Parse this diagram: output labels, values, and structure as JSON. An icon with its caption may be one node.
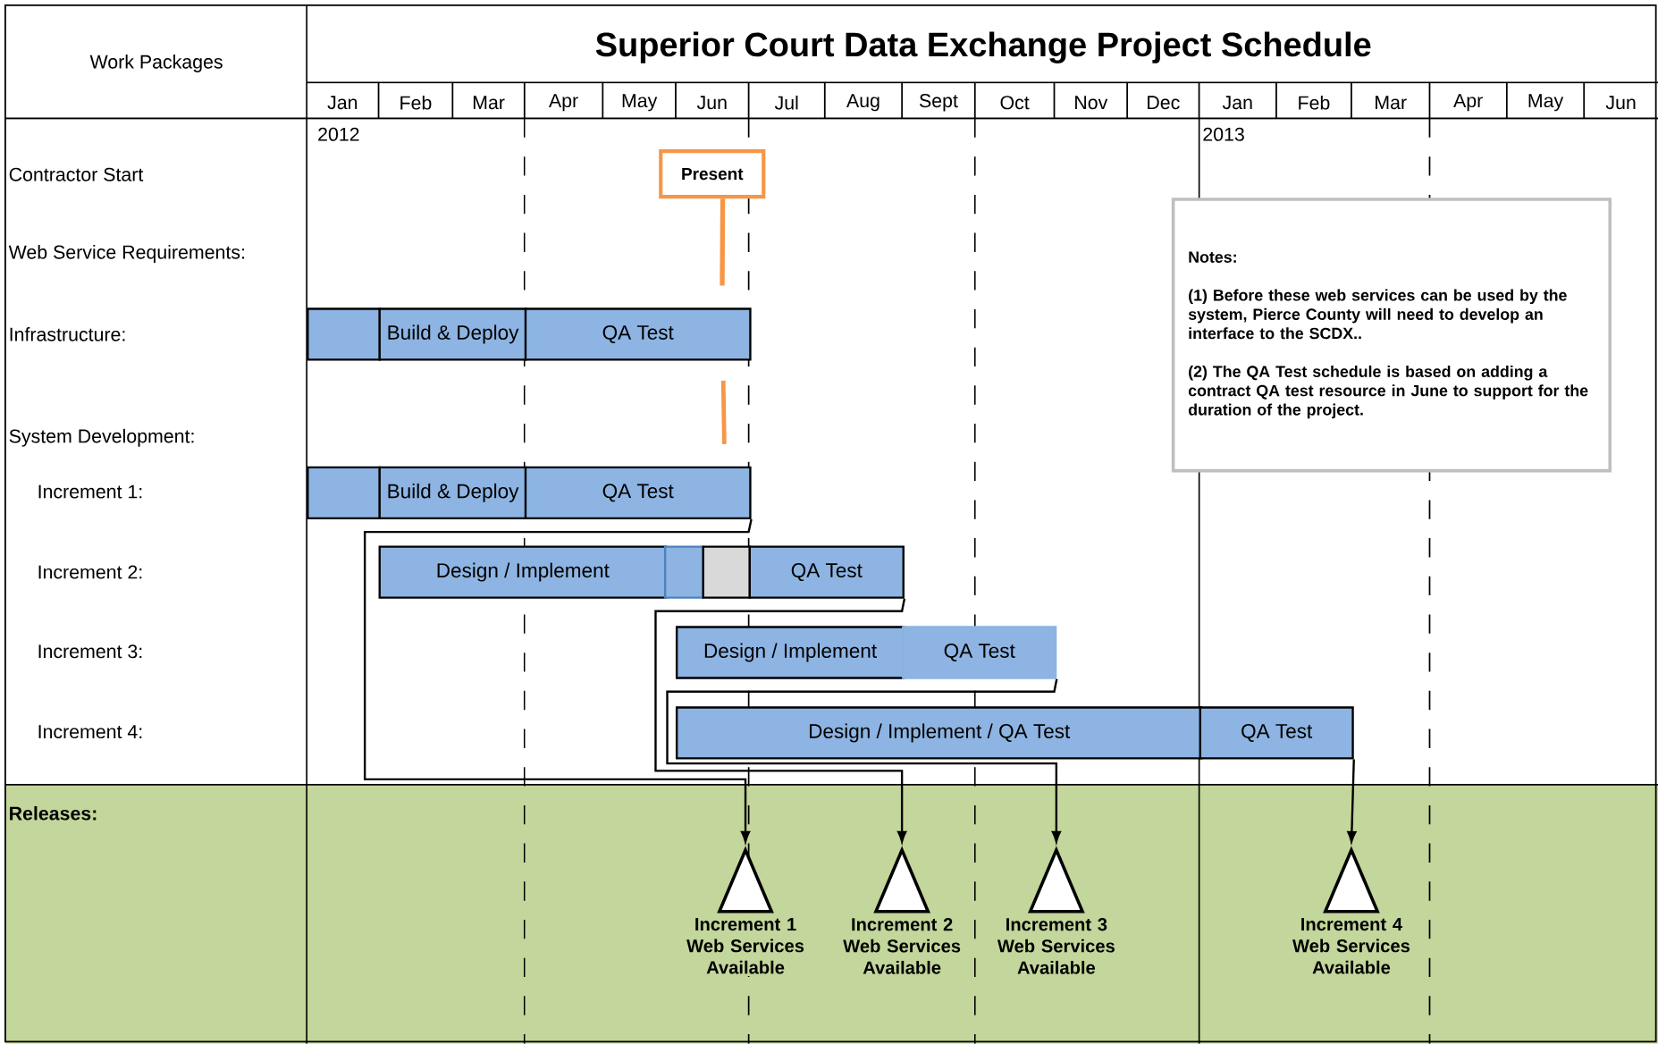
{
  "diagram": {
    "title": "Superior Court Data Exchange Project Schedule",
    "nodes": [
      {
        "text": [
          "Present"
        ]
      },
      {
        "text": [
          "Notes:",
          "(1) Before these web services can be used by the system, Pierce County will need to develop an interface to the SCDX..",
          "(2) The QA Test schedule is based on adding a contract QA test resource in June to support for the duration of the project."
        ]
      },
      {
        "text": [],
        "shape": "bar"
      },
      {
        "text": [
          "Build & Deploy"
        ]
      },
      {
        "text": [
          "QA Test"
        ]
      },
      {
        "text": [],
        "shape": "bar"
      },
      {
        "text": [
          "Build & Deploy"
        ]
      },
      {
        "text": [
          "QA Test"
        ]
      },
      {
        "text": [
          "Design / Implement"
        ]
      },
      {
        "text": [],
        "shape": "bar"
      },
      {
        "text": [],
        "shape": "bar"
      },
      {
        "text": [
          "QA Test"
        ]
      },
      {
        "text": [
          "Design / Implement"
        ]
      },
      {
        "text": [
          "QA Test"
        ]
      },
      {
        "text": [
          "Design / Implement / QA Test"
        ]
      },
      {
        "text": [
          "QA Test"
        ]
      },
      {
        "text": [],
        "shape": "triangle",
        "beside": [
          "Increment 1 Web Services Available"
        ]
      },
      {
        "text": [],
        "shape": "triangle",
        "beside": [
          "Increment 2 Web Services Available"
        ]
      },
      {
        "text": [],
        "shape": "triangle",
        "beside": [
          "Increment 3 Web Services Available"
        ]
      },
      {
        "text": [],
        "shape": "triangle",
        "beside": [
          "Increment 4 Web Services Available"
        ]
      }
    ],
    "edges": [
      {
        "from": 7,
        "to": 16,
        "arrow": "to"
      },
      {
        "from": 11,
        "to": 17,
        "arrow": "to"
      },
      {
        "from": 13,
        "to": 18,
        "arrow": "to"
      },
      {
        "from": 15,
        "to": 19,
        "arrow": "to"
      },
      {
        "from": 0,
        "to": null,
        "arrow": "none",
        "style": "thick",
        "color": "#f79646"
      }
    ],
    "labels": [
      "Work Packages",
      "Jan",
      "Feb",
      "Mar",
      "Apr",
      "May",
      "Jun",
      "Jul",
      "Aug",
      "Sept",
      "Oct",
      "Nov",
      "Dec",
      "Jan",
      "Feb",
      "Mar",
      "Apr",
      "May",
      "Jun",
      "2012",
      "2013",
      "Contractor Start",
      "Web Service Requirements:",
      "Infrastructure:",
      "System Development:",
      "Increment 1:",
      "Increment 2:",
      "Increment 3:",
      "Increment 4:",
      "Releases:"
    ]
  }
}
